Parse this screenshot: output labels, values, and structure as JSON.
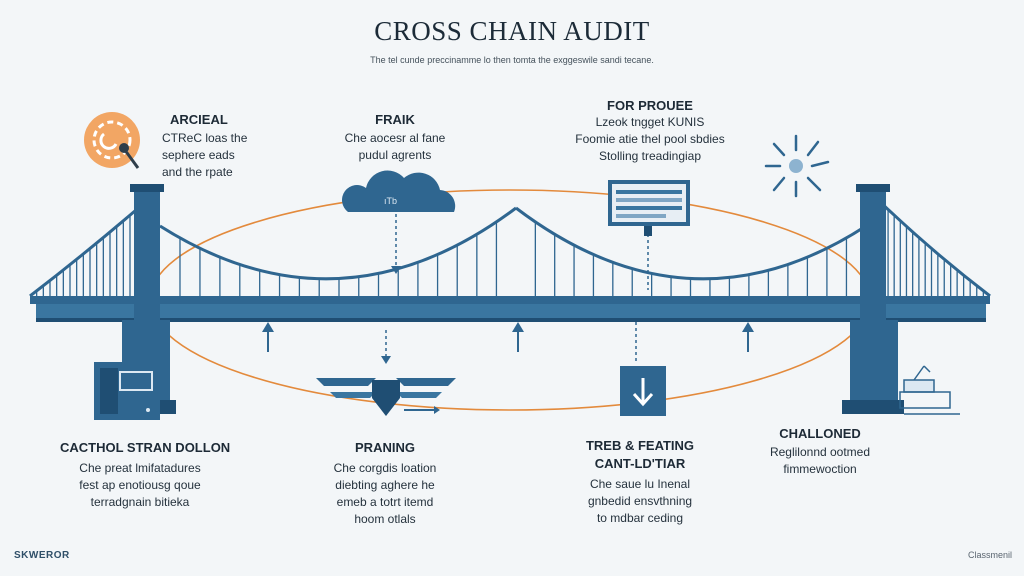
{
  "title": "CROSS CHAIN AUDIT",
  "subtitle": "The tel cunde preccinamme lo then tomta the exggeswile sandi tecane.",
  "colors": {
    "bridge": "#2f6690",
    "bridge_dark": "#1f4e73",
    "orbit": "#e38a3c",
    "bg": "#f3f6f8"
  },
  "top_left": {
    "heading": "ARCIEAL",
    "lines": [
      "CTReC loas the",
      "sephere eads",
      "and the rpate"
    ],
    "icon": "orange-gear-badge-icon"
  },
  "top_center": {
    "heading": "FRAIK",
    "lines": [
      "Che aocesr al fane",
      "pudul agrents"
    ],
    "icon": "cloud-icon"
  },
  "top_right": {
    "heading": "FOR PROUEE",
    "lines": [
      "Lzeok tngget KUNIS",
      "Foomie atie thel pool sbdies",
      "Stolling treadingiap"
    ],
    "icon": "monitor-icon"
  },
  "top_far_right": {
    "icon": "sparkle-network-icon"
  },
  "bottom_items": [
    {
      "heading": "CACTHOL STRAN DOLLON",
      "lines": [
        "Che preat lmifatadures",
        "fest ap enotiousg qoue",
        "terradgnain bitieka"
      ],
      "icon": "device-panel-icon"
    },
    {
      "heading": "PRANING",
      "lines": [
        "Che corgdis loation",
        "diebting aghere he",
        "emeb a totrt itemd",
        "hoom otlals"
      ],
      "icon": "winged-shield-icon"
    },
    {
      "heading": "TREB & FEATING",
      "heading2": "CANT-LD'TIAR",
      "lines": [
        "Che saue lu Inenal",
        "gnbedid ensvthning",
        "to mdbar ceding"
      ],
      "icon": "download-arrow-icon"
    },
    {
      "heading": "CHALLONED",
      "lines": [
        "Reglilonnd ootmed",
        "fimmewoction"
      ],
      "icon": "dock-machine-icon"
    }
  ],
  "footer_left": "SKWEROR",
  "footer_right": "Classmenil"
}
